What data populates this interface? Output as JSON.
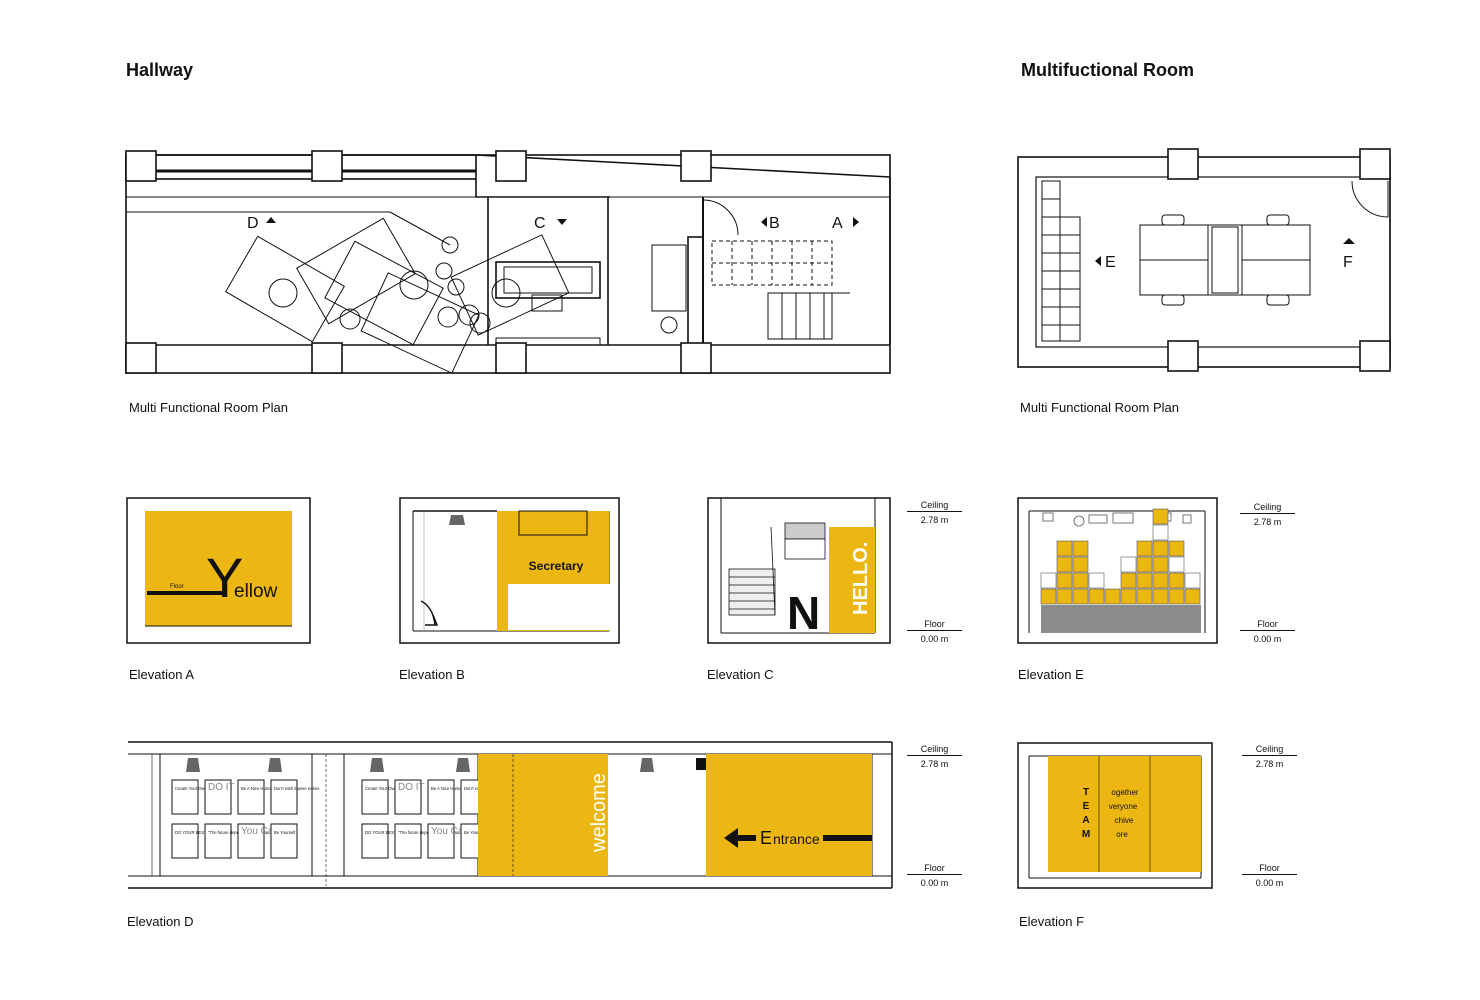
{
  "sections": {
    "hallway": "Hallway",
    "multi": "Multifuctional Room"
  },
  "plans": {
    "hallway_caption": "Multi Functional Room Plan",
    "multi_caption": "Multi Functional Room Plan",
    "markers": {
      "d": "D",
      "c": "C",
      "b": "B",
      "a": "A",
      "e": "E",
      "f": "F"
    }
  },
  "elevations": {
    "a": {
      "caption": "Elevation  A",
      "big": "Y",
      "rest": "ellow",
      "floor": "Floor"
    },
    "b": {
      "caption": "Elevation  B",
      "sign": "Secretary"
    },
    "c": {
      "caption": "Elevation  C",
      "letter": "N",
      "hello": "HELLO."
    },
    "d": {
      "caption": "Elevation  D",
      "welcome": "welcome",
      "entrance_big": "E",
      "entrance_rest": "ntrance",
      "posters": [
        "Create Your Own Sunshine",
        "DO IT",
        "Be A Nice Human",
        "Don't wish it were easier.",
        "DO YOUR BEST",
        "\"The future depends on what you do today.\"",
        "You Can",
        "Be Yourself"
      ]
    },
    "e": {
      "caption": "Elevation  E"
    },
    "f": {
      "caption": "Elevation  F",
      "team": [
        "T",
        "E",
        "A",
        "M"
      ],
      "words": [
        "ogether",
        "veryone",
        "chive",
        "ore"
      ]
    }
  },
  "levels": {
    "ceiling": "Ceiling",
    "ceiling_value": "2.78 m",
    "floor": "Floor",
    "floor_value": "0.00 m"
  },
  "colors": {
    "accent": "#ecb713",
    "line": "#111111",
    "grey": "#8a8a8a"
  }
}
